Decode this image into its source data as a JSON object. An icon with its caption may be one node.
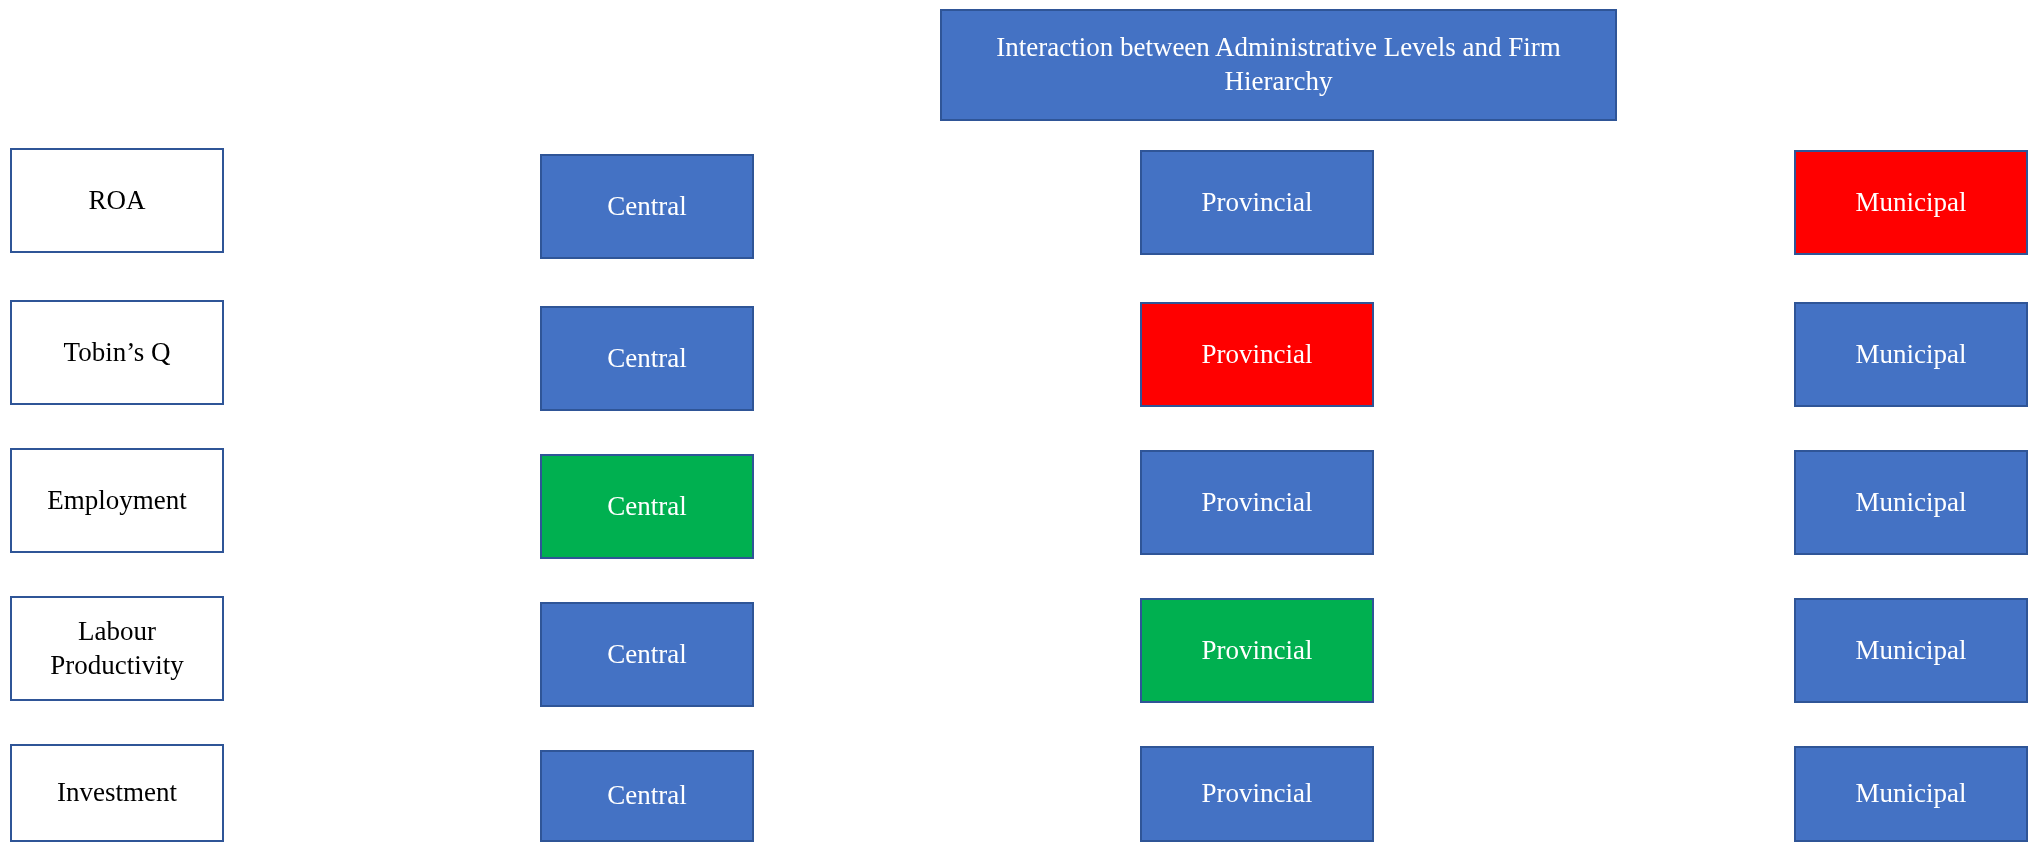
{
  "diagram": {
    "nodes": [
      {
        "text": [
          "Interaction between Administrative Levels and Firm Hierarchy"
        ]
      },
      {
        "text": [
          "ROA"
        ]
      },
      {
        "text": [
          "Central"
        ]
      },
      {
        "text": [
          "Provincial"
        ]
      },
      {
        "text": [
          "Municipal"
        ]
      },
      {
        "text": [
          "Tobin’s Q"
        ]
      },
      {
        "text": [
          "Central"
        ]
      },
      {
        "text": [
          "Provincial"
        ]
      },
      {
        "text": [
          "Municipal"
        ]
      },
      {
        "text": [
          "Employment"
        ]
      },
      {
        "text": [
          "Central"
        ]
      },
      {
        "text": [
          "Provincial"
        ]
      },
      {
        "text": [
          "Municipal"
        ]
      },
      {
        "text": [
          "Labour Productivity"
        ]
      },
      {
        "text": [
          "Central"
        ]
      },
      {
        "text": [
          "Provincial"
        ]
      },
      {
        "text": [
          "Municipal"
        ]
      },
      {
        "text": [
          "Investment"
        ]
      },
      {
        "text": [
          "Central"
        ]
      },
      {
        "text": [
          "Provincial"
        ]
      },
      {
        "text": [
          "Municipal"
        ]
      }
    ]
  }
}
